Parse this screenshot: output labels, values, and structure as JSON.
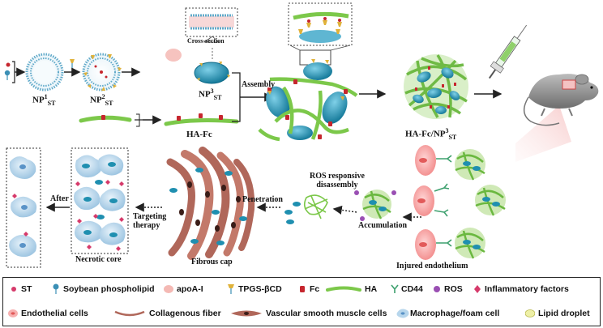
{
  "colors": {
    "lipid_blue": "#5fa9c9",
    "green_ha": "#7cc84a",
    "nanoparticle_teal": "#1f8fb0",
    "red_fc": "#c6262e",
    "pink_bg": "#f7d9d9",
    "vsmc_brown": "#b0675a",
    "macrophage": "#b7d6ec"
  },
  "top_row": {
    "np1_label": "NP",
    "np1_sup": "1",
    "np1_sub": "ST",
    "np2_label": "NP",
    "np2_sup": "2",
    "np2_sub": "ST",
    "np3_label": "NP",
    "np3_sup": "3",
    "np3_sub": "ST",
    "cross_section_label": "Cross-section",
    "ha_fc_label": "HA-Fc",
    "assembly_label": "Assembly",
    "final_label": "HA-Fc/NP",
    "final_sup": "3",
    "final_sub": "ST"
  },
  "middle_panel": {
    "after_label": "After",
    "necrotic_core_label": "Necrotic core",
    "targeting_line1": "Targeting",
    "targeting_line2": "therapy",
    "fibrous_cap_label": "Fibrous cap",
    "penetration_label": "Penetration",
    "ros_line1": "ROS responsive",
    "ros_line2": "disassembly",
    "accumulation_label": "Accumulation",
    "injured_label": "Injured endothelium"
  },
  "legend": {
    "items": [
      {
        "icon": "st-icon",
        "label": "ST"
      },
      {
        "icon": "soybean-phospholipid-icon",
        "label": "Soybean phospholipid"
      },
      {
        "icon": "apoa1-icon",
        "label": "apoA-I"
      },
      {
        "icon": "tpgs-bcd-icon",
        "label": "TPGS-βCD"
      },
      {
        "icon": "fc-icon",
        "label": "Fc"
      },
      {
        "icon": "ha-icon",
        "label": "HA"
      },
      {
        "icon": "cd44-icon",
        "label": "CD44"
      },
      {
        "icon": "ros-icon",
        "label": "ROS"
      },
      {
        "icon": "inflammatory-factor-icon",
        "label": "Inflammatory factors"
      },
      {
        "icon": "endothelial-cell-icon",
        "label": "Endothelial cells"
      },
      {
        "icon": "collagenous-fiber-icon",
        "label": "Collagenous fiber"
      },
      {
        "icon": "vsmc-icon",
        "label": "Vascular smooth muscle cells"
      },
      {
        "icon": "macrophage-icon",
        "label": "Macrophage/foam cell"
      },
      {
        "icon": "lipid-droplet-icon",
        "label": "Lipid droplet"
      }
    ]
  }
}
